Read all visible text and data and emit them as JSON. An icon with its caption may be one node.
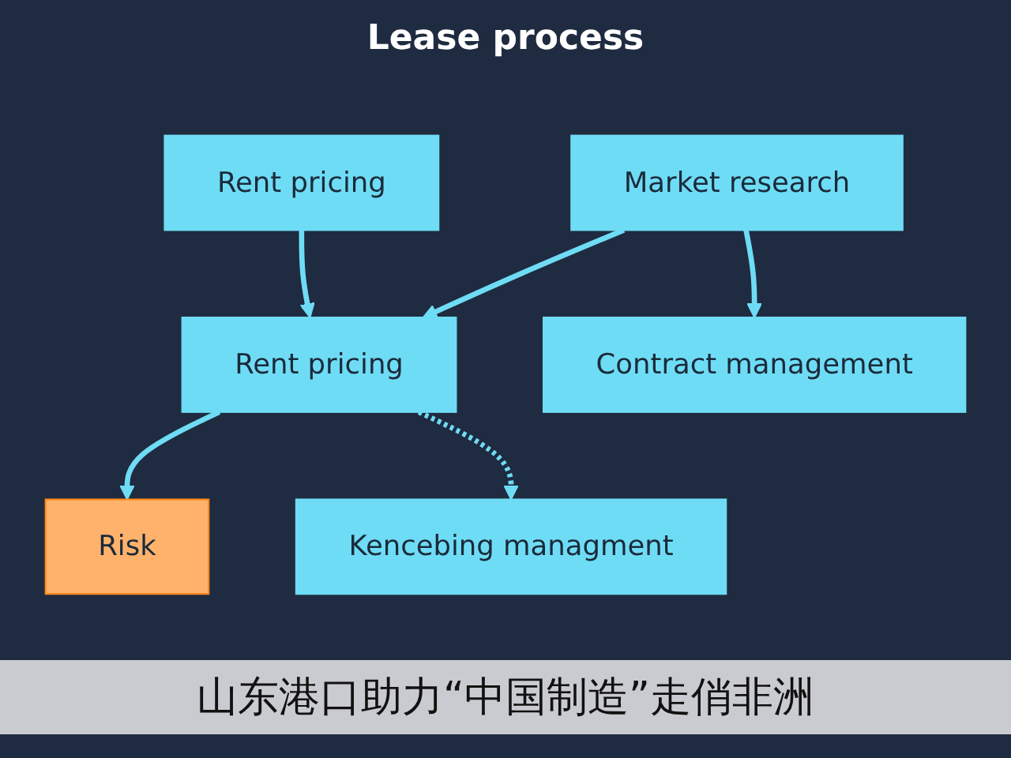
{
  "diagram": {
    "title": "Lease process",
    "caption": "山东港口助力“中国制造”走俏非洲",
    "nodes": [
      {
        "text": [
          "Rent pricing"
        ]
      },
      {
        "text": [
          "Market research"
        ]
      },
      {
        "text": [
          "Rent pricing"
        ]
      },
      {
        "text": [
          "Risk"
        ]
      },
      {
        "text": [
          "Contract management"
        ]
      },
      {
        "text": [
          "Kencebing managment"
        ]
      }
    ],
    "edges": [
      {
        "from": 0,
        "to": 2,
        "arrow": "to"
      },
      {
        "from": 1,
        "to": 2,
        "arrow": "to"
      },
      {
        "from": 2,
        "to": 3,
        "arrow": "to"
      },
      {
        "from": 1,
        "to": 4,
        "arrow": "to"
      },
      {
        "from": 2,
        "to": 5,
        "arrow": "to",
        "style": "dashed"
      }
    ]
  }
}
